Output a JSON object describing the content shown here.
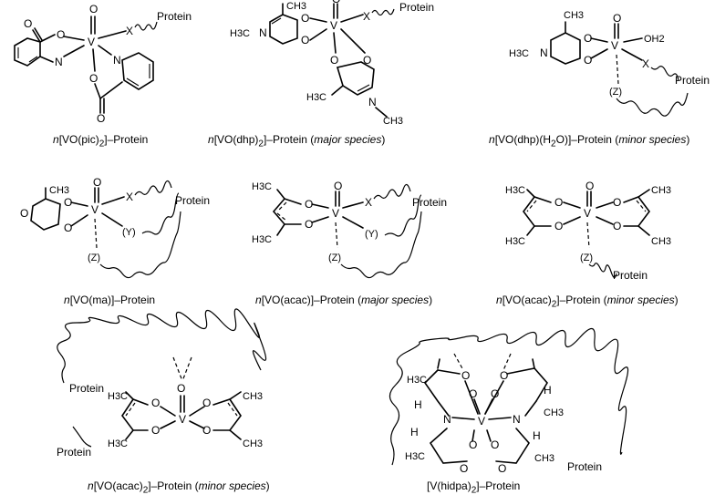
{
  "captions": [
    {
      "pre": "n",
      "text": "[VO(pic)",
      "sub": "2",
      "post": "]–Protein",
      "species": ""
    },
    {
      "pre": "n",
      "text": "[VO(dhp)",
      "sub": "2",
      "post": "]–Protein (",
      "species": "major species",
      "close": ")"
    },
    {
      "pre": "n",
      "text": "[VO(dhp)(H",
      "sub": "2",
      "post": "O)]–Protein (",
      "species": "minor species",
      "close": ")"
    },
    {
      "pre": "n",
      "text": "[VO(ma)]–Protein",
      "sub": "",
      "post": "",
      "species": ""
    },
    {
      "pre": "n",
      "text": "[VO(acac)]–Protein (",
      "sub": "",
      "post": "",
      "species": "major species",
      "close": ")"
    },
    {
      "pre": "n",
      "text": "[VO(acac)",
      "sub": "2",
      "post": "]–Protein (",
      "species": "minor species",
      "close": ")"
    },
    {
      "pre": "n",
      "text": "[VO(acac)",
      "sub": "2",
      "post": "]–Protein (",
      "species": "minor species",
      "close": ")"
    },
    {
      "pre": "",
      "text": "[V(hidpa)",
      "sub": "2",
      "post": "]–Protein",
      "species": ""
    }
  ],
  "atoms": {
    "V": "V",
    "O": "O",
    "N": "N",
    "X": "X",
    "Y": "(Y)",
    "Z": "(Z)",
    "protein": "Protein",
    "H3C": "H3C",
    "CH3": "CH3",
    "OH2": "OH2",
    "H": "H"
  }
}
